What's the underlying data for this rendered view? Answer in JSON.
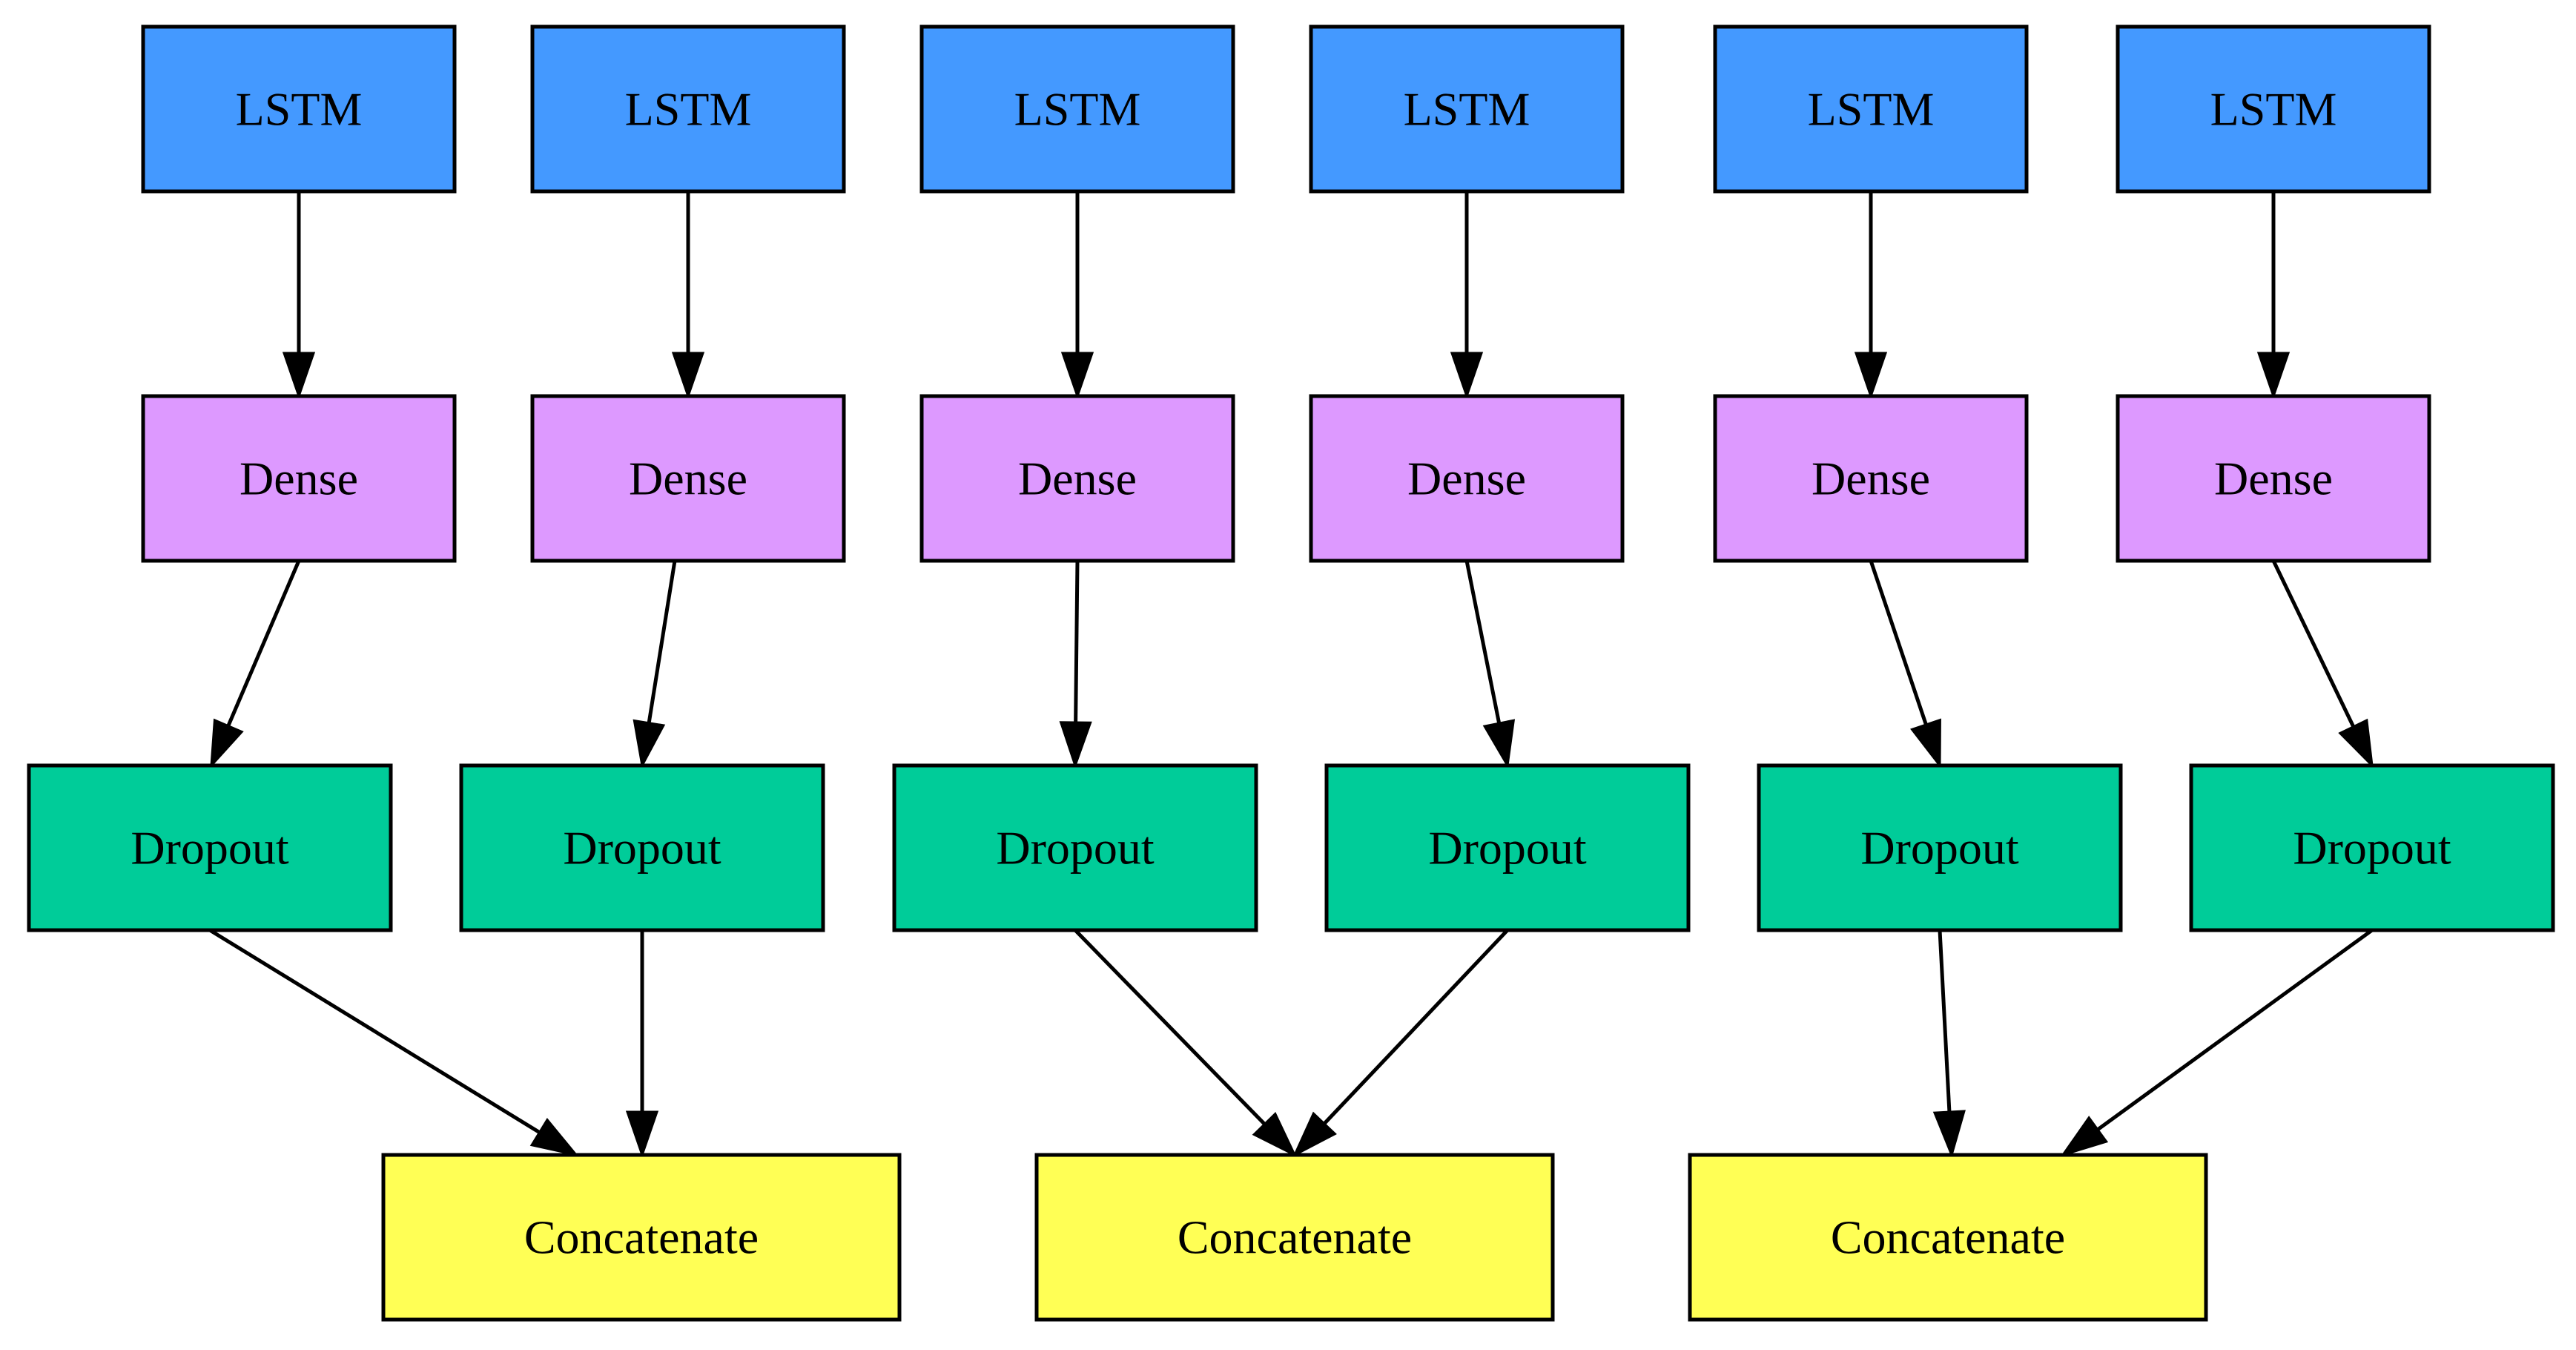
{
  "colors": {
    "lstm": "#4499ff",
    "dense": "#dd99ff",
    "dropout": "#00cc99",
    "concatenate": "#ffff55",
    "stroke": "#000000",
    "background": "#ffffff"
  },
  "nodes": {
    "lstm": [
      "LSTM",
      "LSTM",
      "LSTM",
      "LSTM",
      "LSTM",
      "LSTM"
    ],
    "dense": [
      "Dense",
      "Dense",
      "Dense",
      "Dense",
      "Dense",
      "Dense"
    ],
    "dropout": [
      "Dropout",
      "Dropout",
      "Dropout",
      "Dropout",
      "Dropout",
      "Dropout"
    ],
    "concatenate": [
      "Concatenate",
      "Concatenate",
      "Concatenate"
    ]
  }
}
